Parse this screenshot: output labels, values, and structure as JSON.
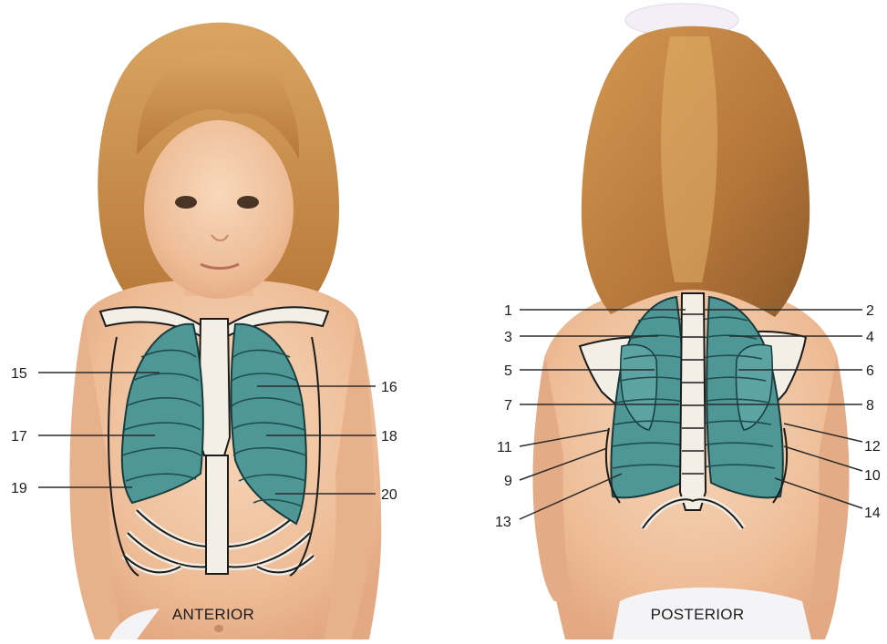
{
  "captions": {
    "anterior": "ANTERIOR",
    "posterior": "POSTERIOR"
  },
  "labels": {
    "anterior_left": [
      "15",
      "17",
      "19"
    ],
    "anterior_right": [
      "16",
      "18",
      "20"
    ],
    "posterior_left": [
      "1",
      "3",
      "5",
      "7",
      "11",
      "9",
      "13"
    ],
    "posterior_right": [
      "2",
      "4",
      "6",
      "8",
      "12",
      "10",
      "14"
    ]
  },
  "colors": {
    "lung": "#4f9797",
    "bone": "#f4efe6",
    "skin": "#f1c9a6",
    "hair": "#c98a45"
  }
}
